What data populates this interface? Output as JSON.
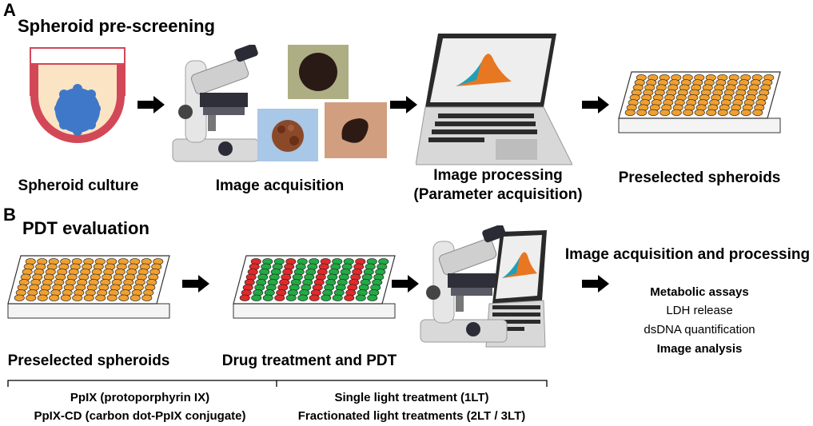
{
  "panel_a": {
    "letter": "A",
    "title": "Spheroid pre-screening",
    "steps": [
      {
        "label": "Spheroid culture"
      },
      {
        "label": "Image acquisition"
      },
      {
        "label": "Image processing",
        "label2": "(Parameter acquisition)"
      },
      {
        "label": "Preselected spheroids"
      }
    ]
  },
  "panel_b": {
    "letter": "B",
    "title": "PDT evaluation",
    "steps": [
      {
        "label": "Preselected spheroids"
      },
      {
        "label": "Drug treatment and PDT"
      },
      {
        "label": "Image acquisition and processing"
      }
    ],
    "readouts": [
      "Metabolic assays",
      "LDH release",
      "dsDNA quantification",
      "Image analysis"
    ],
    "drugs": [
      "PpIX (protoporphyrin IX)",
      "PpIX-CD (carbon dot-PpIX conjugate)"
    ],
    "light": [
      "Single light treatment (1LT)",
      "Fractionated light treatments (2LT / 3LT)"
    ]
  },
  "colors": {
    "well_orange": "#f0a030",
    "well_red": "#e02a2a",
    "well_green": "#22aa44",
    "spheroid_blue": "#3f78c8",
    "dish_red": "#d24858",
    "dish_cream": "#fbe4c4"
  }
}
